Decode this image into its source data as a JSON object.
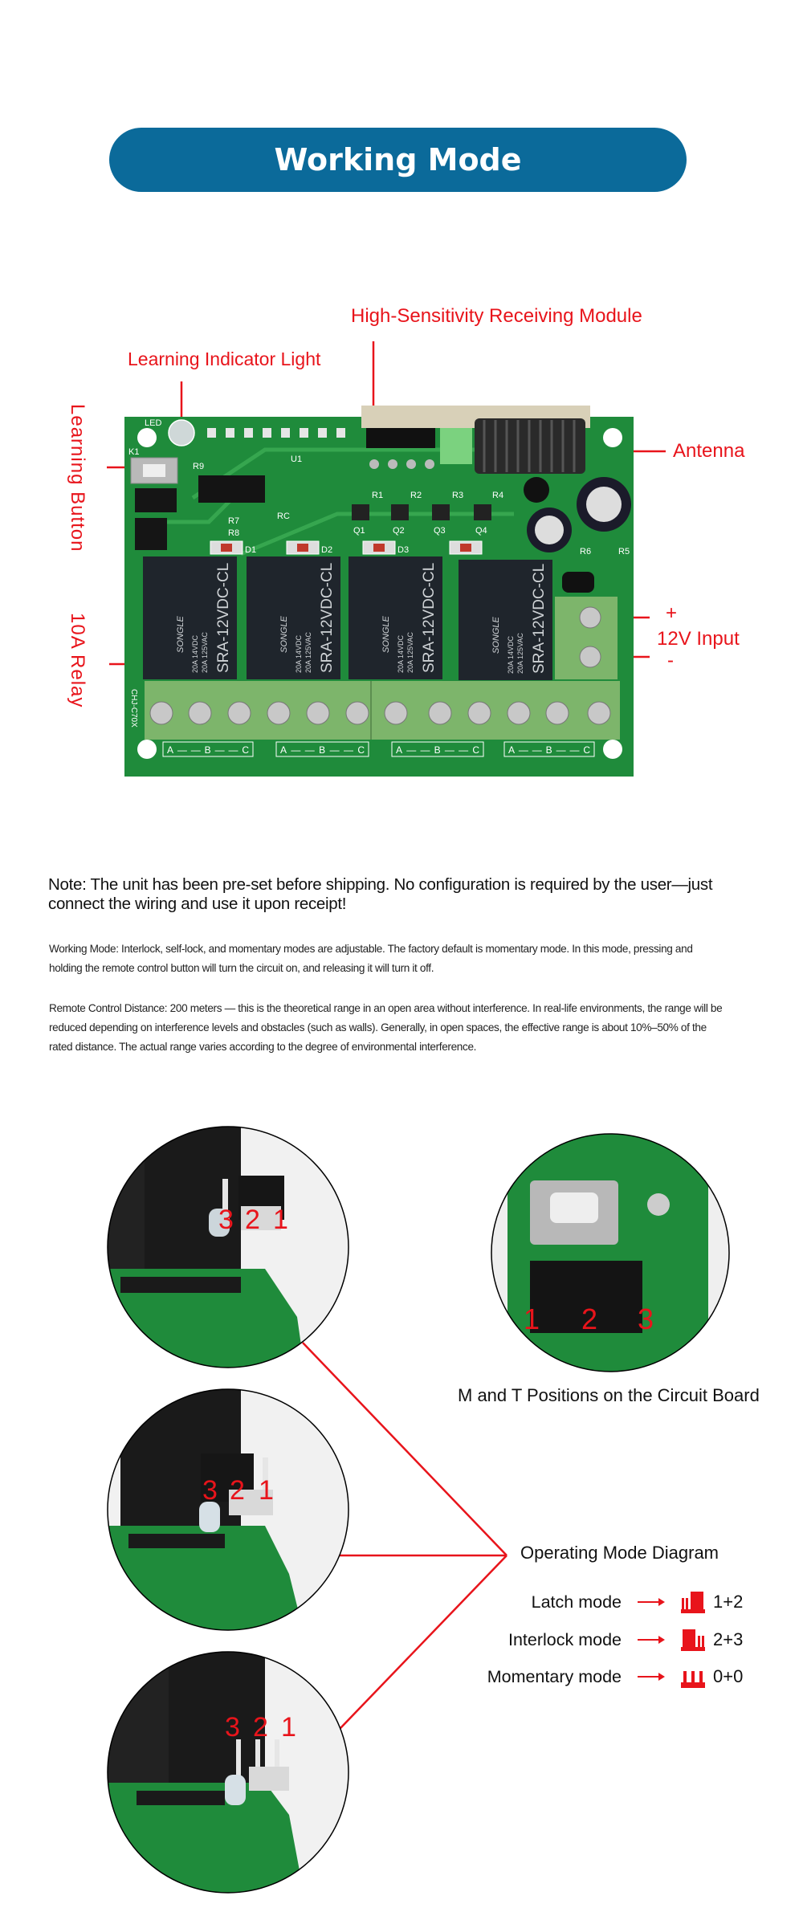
{
  "header": {
    "title": "Working Mode"
  },
  "board": {
    "callouts": {
      "receiving_module": "High-Sensitivity Receiving Module",
      "indicator_light": "Learning Indicator Light",
      "learning_button": "Learning Button",
      "antenna": "Antenna",
      "relay": "10A Relay",
      "plus": "+",
      "input": "12V Input",
      "minus": "-"
    },
    "silkscreen": {
      "led": "LED",
      "k1": "K1",
      "u1": "U1",
      "r9": "R9",
      "rc": "RC",
      "r7": "R7",
      "r8": "R8",
      "resistors": [
        "R1",
        "R2",
        "R3",
        "R4"
      ],
      "transistors": [
        "Q1",
        "Q2",
        "Q3",
        "Q4"
      ],
      "diodes": [
        "D1",
        "D2",
        "D3"
      ],
      "r5": "R5",
      "r6": "R6",
      "model": "CHJ-C70X"
    },
    "relay_model": "SRA-12VDC-CL",
    "relay_brand": "SONGLE",
    "relay_rating_1": "20A 14VDC",
    "relay_rating_2": "20A 125VAC",
    "terminal_groups": [
      "A——B——C",
      "A——B——C",
      "A——B——C",
      "A——B——C"
    ]
  },
  "note": "Note: The unit has been pre-set before shipping. No configuration is required by the user—just connect the wiring and use it upon receipt!",
  "paragraphs": [
    "Working Mode: Interlock, self-lock, and momentary modes are adjustable. The factory default is momentary mode. In this mode, pressing and holding the remote control button will turn the circuit on, and releasing it will turn it off.",
    "Remote Control Distance: 200 meters — this is the theoretical range in an open area without interference. In real-life environments, the range will be reduced depending on interference levels and obstacles (such as walls). Generally, in open spaces, the effective range is about 10%–50% of the rated distance. The actual range varies according to the degree of environmental interference."
  ],
  "closeups": {
    "pin_labels": [
      "3",
      "2",
      "1"
    ],
    "mt_pin_labels": [
      "1",
      "2",
      "3"
    ],
    "mt_caption": "M and T Positions on the Circuit Board"
  },
  "modes": {
    "title": "Operating Mode Diagram",
    "items": [
      {
        "label": "Latch mode",
        "value": "1+2",
        "jumper": "left"
      },
      {
        "label": "Interlock mode",
        "value": "2+3",
        "jumper": "right"
      },
      {
        "label": "Momentary mode",
        "value": "0+0",
        "jumper": "none"
      }
    ]
  },
  "colors": {
    "banner": "#0b6a9a",
    "callout": "#e8141b",
    "pcb": "#1f8b3b"
  }
}
